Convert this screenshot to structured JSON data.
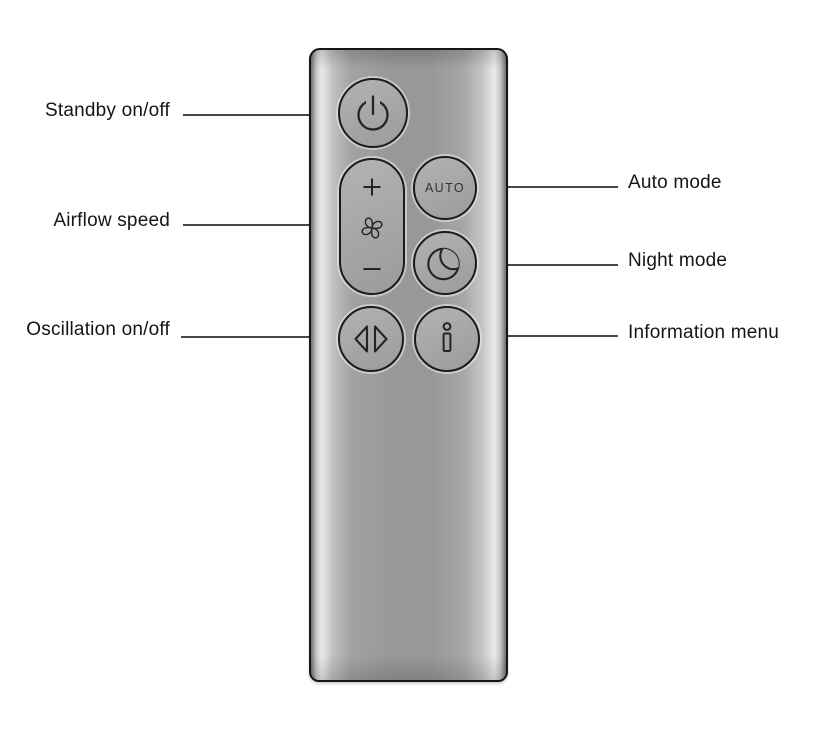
{
  "callouts": {
    "left": [
      {
        "label": "Standby on/off"
      },
      {
        "label": "Airflow speed"
      },
      {
        "label": "Oscillation on/off"
      }
    ],
    "right": [
      {
        "label": "Auto mode"
      },
      {
        "label": "Night mode"
      },
      {
        "label": "Information menu"
      }
    ]
  },
  "remote": {
    "auto_button_label": "AUTO",
    "icons": {
      "standby": "power-icon",
      "airflow_increase": "plus-icon",
      "airflow_fan": "fan-icon",
      "airflow_decrease": "minus-icon",
      "night": "moon-icon",
      "oscillation": "oscillation-arrows-icon",
      "information": "info-icon"
    }
  },
  "colors": {
    "background": "#ffffff",
    "remote_body_gray": "#989898",
    "remote_edge_highlight": "#e9e9e9",
    "outline": "#1c1c1c",
    "icon_stroke": "#242424",
    "label_text": "#151515",
    "leader_line": "#474747"
  }
}
